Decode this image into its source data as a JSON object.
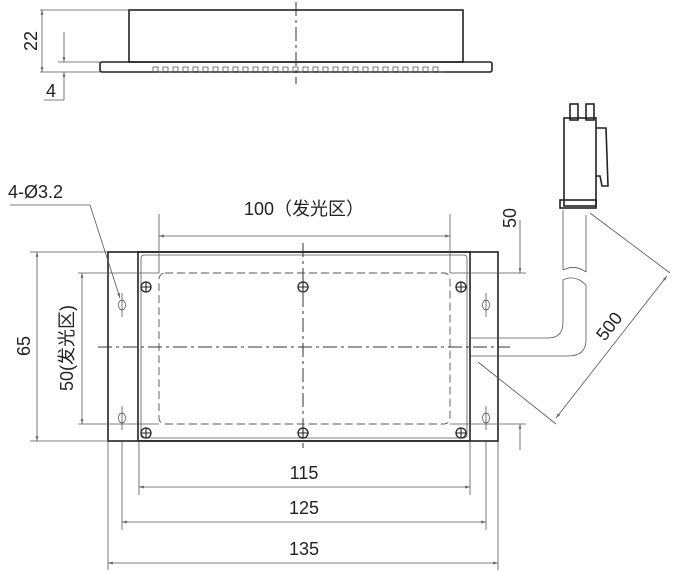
{
  "top_view": {
    "height_label": "22",
    "flange_label": "4"
  },
  "front_view": {
    "hole_label": "4-Ø3.2",
    "emit_width_label": "100（发光区）",
    "emit_height_label": "50(发光区)",
    "overall_height_label": "65",
    "right_offset_label": "50",
    "cable_length_label": "500",
    "width_115_label": "115",
    "width_125_label": "125",
    "width_135_label": "135"
  }
}
